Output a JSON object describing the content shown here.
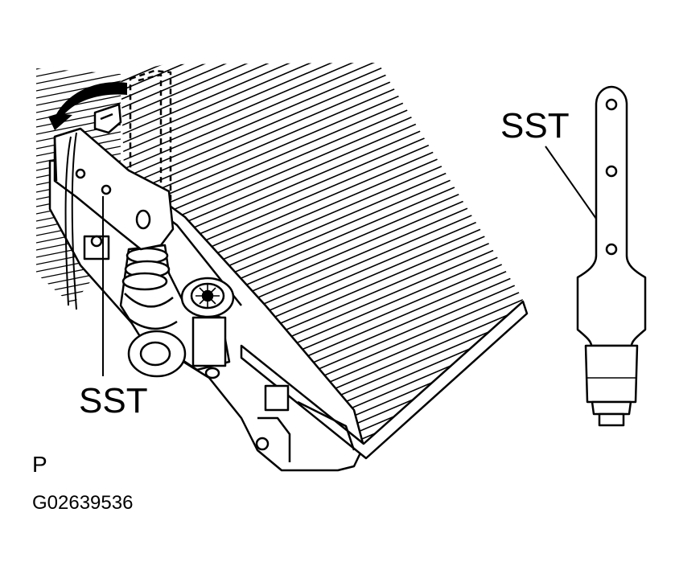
{
  "labels": {
    "sst_left": "SST",
    "sst_right": "SST",
    "view": "P",
    "figure_code": "G02639536"
  },
  "colors": {
    "ink": "#000000",
    "paper": "#ffffff"
  },
  "icons": {
    "rotation_arrow": "curved-arrow-icon"
  }
}
